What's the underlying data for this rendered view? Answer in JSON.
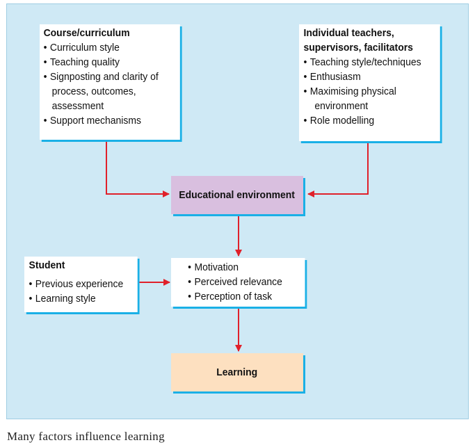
{
  "course": {
    "title": "Course/curriculum",
    "items": [
      "Curriculum style",
      "Teaching quality",
      "Signposting and clarity of process, outcomes, assessment",
      "Support mechanisms"
    ]
  },
  "teachers": {
    "title": "Individual teachers, supervisors, facilitators",
    "items": [
      "Teaching style/techniques",
      "Enthusiasm",
      "Maximising physical environment",
      "Role modelling"
    ]
  },
  "environment": {
    "label": "Educational environment",
    "color": "#d9bfdf"
  },
  "student": {
    "title": "Student",
    "items": [
      "Previous experience",
      "Learning style"
    ]
  },
  "motivation": {
    "items": [
      "Motivation",
      "Perceived relevance",
      "Perception of task"
    ]
  },
  "learning": {
    "label": "Learning",
    "color": "#fde0c0"
  },
  "colors": {
    "panel": "#cfe9f5",
    "shadow": "#1ab0e6",
    "arrow": "#e0202a"
  },
  "caption": "Many factors influence learning"
}
